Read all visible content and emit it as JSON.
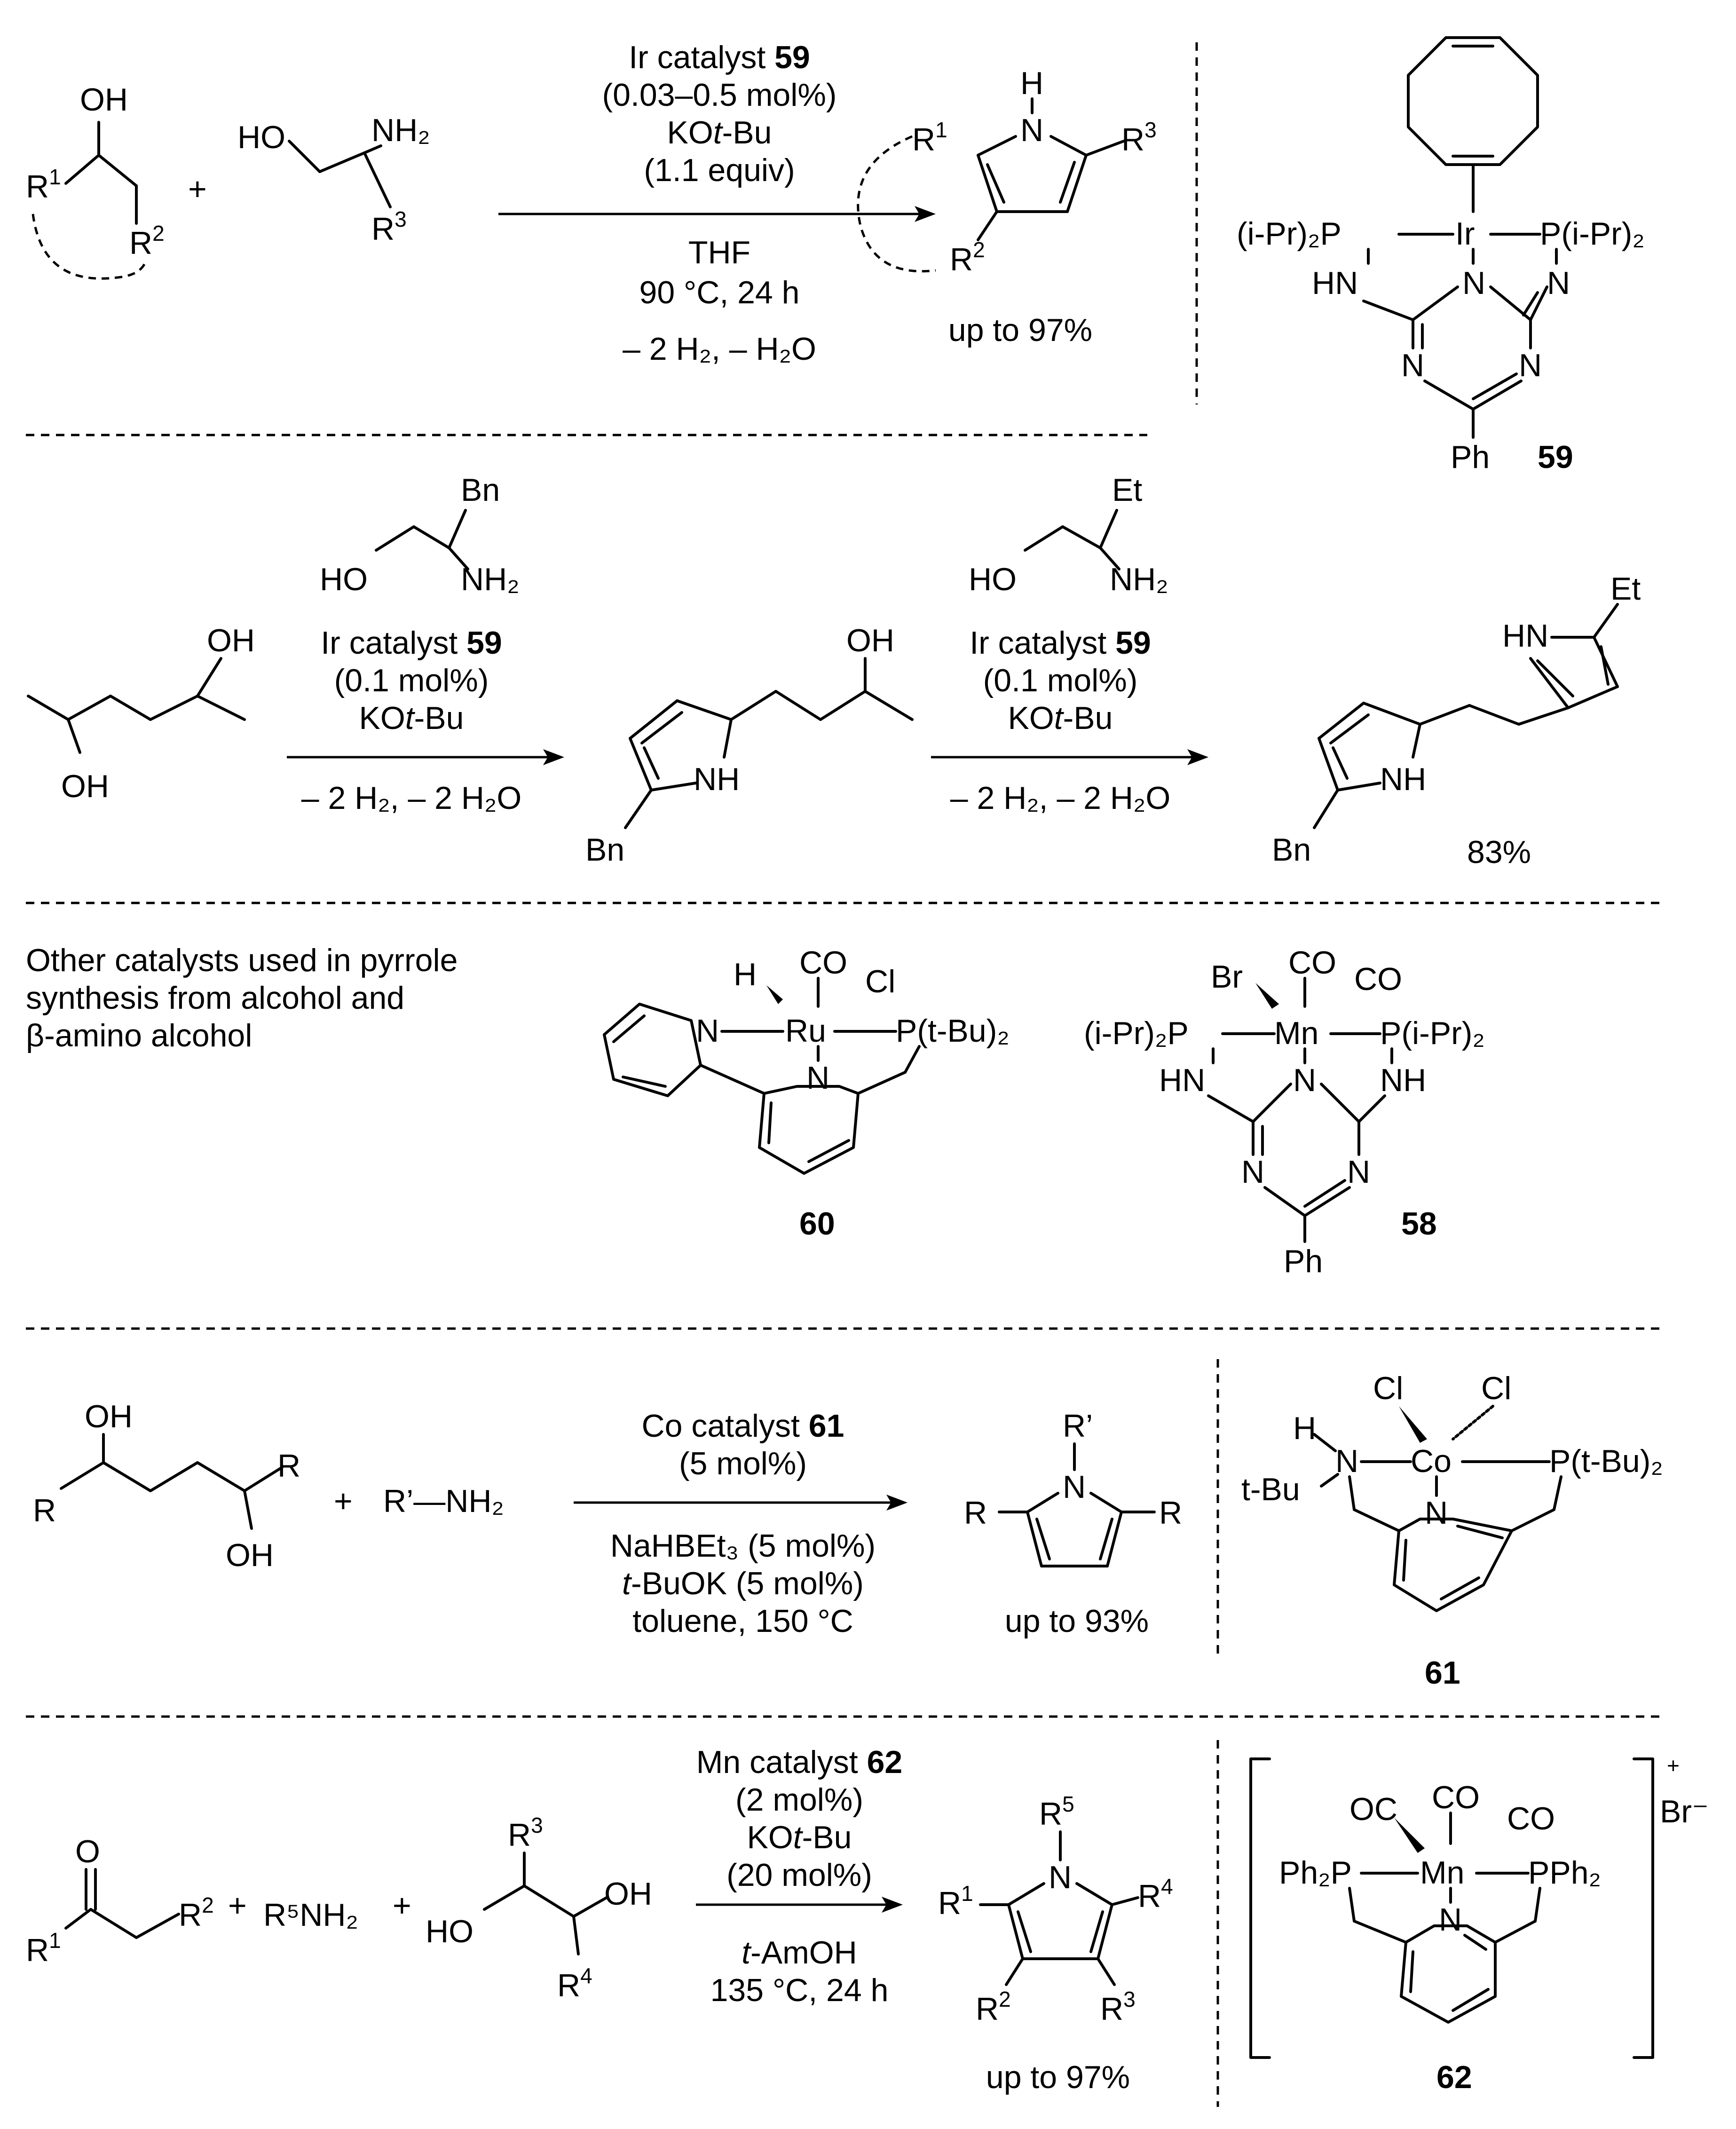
{
  "section1": {
    "cond_line1": "Ir catalyst ",
    "cond_line1_bold": "59",
    "cond_line2": "(0.03–0.5 mol%)",
    "cond_line3_a": "KO",
    "cond_line3_b": "t",
    "cond_line3_c": "-Bu",
    "cond_line4": "(1.1 equiv)",
    "cond_line5": "THF",
    "cond_line6": "90 °C, 24 h",
    "cond_line7": "– 2 H₂, – H₂O",
    "plus": "+",
    "yield": "up to 97%",
    "reactant1": {
      "oh": "OH",
      "r1": "R",
      "r1sup": "1",
      "r2": "R",
      "r2sup": "2"
    },
    "reactant2": {
      "ho": "HO",
      "nh2": "NH₂",
      "r3": "R",
      "r3sup": "3"
    },
    "product": {
      "h": "H",
      "n": "N",
      "r1": "R",
      "r1sup": "1",
      "r2": "R",
      "r2sup": "2",
      "r3": "R",
      "r3sup": "3"
    },
    "catalyst59": {
      "label": "59",
      "ip_left": "(i-Pr)₂P",
      "ir": "Ir",
      "ip_right": "P(i-Pr)₂",
      "hn": "HN",
      "n_center": "N",
      "n_right": "N",
      "n_low_left": "N",
      "n_low_right": "N",
      "ph": "Ph"
    }
  },
  "section2": {
    "sm_oh_top": "OH",
    "sm_oh_bottom": "OH",
    "step1": {
      "bn": "Bn",
      "ho": "HO",
      "nh2": "NH₂",
      "cond1": "Ir catalyst ",
      "cond1_bold": "59",
      "cond2": "(0.1 mol%)",
      "cond3_a": "KO",
      "cond3_b": "t",
      "cond3_c": "-Bu",
      "cond4": "– 2 H₂, – 2 H₂O"
    },
    "intermediate": {
      "oh": "OH",
      "nh": "NH",
      "bn": "Bn"
    },
    "step2": {
      "et": "Et",
      "ho": "HO",
      "nh2": "NH₂",
      "cond1": "Ir catalyst ",
      "cond1_bold": "59",
      "cond2": "(0.1 mol%)",
      "cond3_a": "KO",
      "cond3_b": "t",
      "cond3_c": "-Bu",
      "cond4": "– 2 H₂, – 2 H₂O"
    },
    "product": {
      "et": "Et",
      "hn": "HN",
      "nh": "NH",
      "bn": "Bn",
      "yield": "83%"
    }
  },
  "section3": {
    "caption_line1": "Other catalysts used in pyrrole",
    "caption_line2": "synthesis from alcohol and",
    "caption_line3": "β-amino alcohol",
    "catalyst60": {
      "label": "60",
      "h": "H",
      "co": "CO",
      "cl": "Cl",
      "n_left": "N",
      "ru": "Ru",
      "p": "P(t-Bu)₂",
      "n_center": "N"
    },
    "catalyst58": {
      "label": "58",
      "br": "Br",
      "co1": "CO",
      "co2": "CO",
      "ip_left": "(i-Pr)₂P",
      "mn": "Mn",
      "ip_right": "P(i-Pr)₂",
      "hn": "HN",
      "n_center": "N",
      "nh": "NH",
      "n_low_left": "N",
      "n_low_right": "N",
      "ph": "Ph"
    }
  },
  "section4": {
    "sm": {
      "oh": "OH",
      "r_left": "R",
      "r_right": "R",
      "oh_bottom": "OH"
    },
    "plus": "+",
    "amine": "R’—NH₂",
    "cond1": "Co catalyst ",
    "cond1_bold": "61",
    "cond2": "(5 mol%)",
    "cond3": "NaHBEt₃ (5 mol%)",
    "cond4_a": "t",
    "cond4_b": "-BuOK (5 mol%)",
    "cond5": "toluene, 150 °C",
    "product": {
      "rprime": "R’",
      "n": "N",
      "r_left": "R",
      "r_right": "R"
    },
    "yield": "up to 93%",
    "catalyst61": {
      "label": "61",
      "cl1": "Cl",
      "cl2": "Cl",
      "h": "H",
      "n_left": "N",
      "co": "Co",
      "p": "P(t-Bu)₂",
      "tbu": "t-Bu",
      "n_center": "N"
    }
  },
  "section5": {
    "sm1": {
      "o": "O",
      "r1": "R",
      "r1sup": "1",
      "r2": "R",
      "r2sup": "2"
    },
    "plus1": "+",
    "amine": "R⁵NH₂",
    "plus2": "+",
    "diol": {
      "r3": "R",
      "r3sup": "3",
      "ho": "HO",
      "oh": "OH",
      "r4": "R",
      "r4sup": "4"
    },
    "cond1": "Mn catalyst ",
    "cond1_bold": "62",
    "cond2": "(2 mol%)",
    "cond3_a": "KO",
    "cond3_b": "t",
    "cond3_c": "-Bu",
    "cond4": "(20 mol%)",
    "cond5_a": "t",
    "cond5_b": "-AmOH",
    "cond6": "135 °C, 24 h",
    "product": {
      "r5": "R",
      "r5sup": "5",
      "n": "N",
      "r1": "R",
      "r1sup": "1",
      "r4": "R",
      "r4sup": "4",
      "r2": "R",
      "r2sup": "2",
      "r3": "R",
      "r3sup": "3"
    },
    "yield": "up to 97%",
    "catalyst62": {
      "label": "62",
      "oc": "OC",
      "co1": "CO",
      "co2": "CO",
      "ph2p": "Ph₂P",
      "mn": "Mn",
      "pph2": "PPh₂",
      "n": "N",
      "charge": "+",
      "counterion": "Br⁻"
    }
  }
}
